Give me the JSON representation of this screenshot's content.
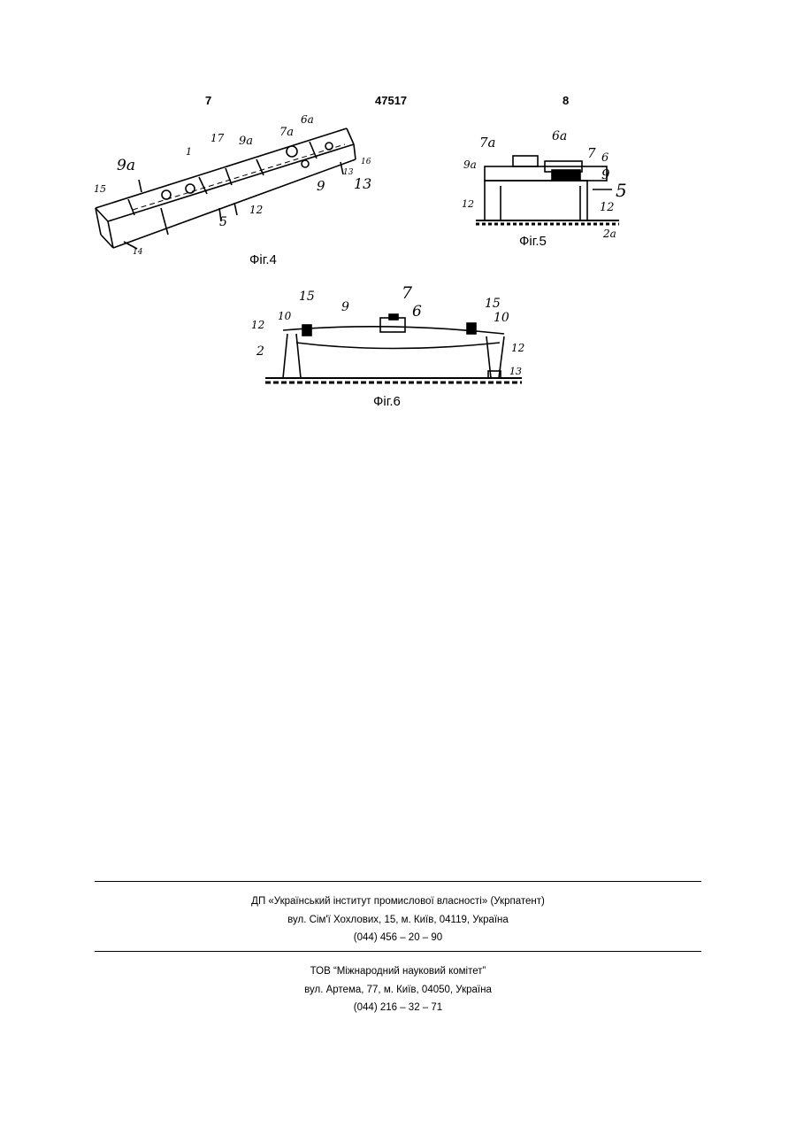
{
  "header": {
    "left_page": "7",
    "patent_number": "47517",
    "right_page": "8"
  },
  "figures": {
    "fig4": {
      "caption": "Фіг.4",
      "labels": [
        "9a",
        "15",
        "1",
        "17",
        "9a",
        "7a",
        "6a",
        "9",
        "5",
        "12",
        "16",
        "13",
        "14",
        "13"
      ]
    },
    "fig5": {
      "caption": "Фіг.5",
      "labels": [
        "7a",
        "6a",
        "7",
        "6",
        "9a",
        "9",
        "5",
        "12",
        "12",
        "2a"
      ]
    },
    "fig6": {
      "caption": "Фіг.6",
      "labels": [
        "15",
        "9",
        "7",
        "15",
        "10",
        "6",
        "10",
        "12",
        "2",
        "12",
        "13"
      ]
    }
  },
  "footer": {
    "org1": "ДП «Український інститут промислової власності» (Укрпатент)",
    "addr1": "вул. Сім'ї Хохлових, 15, м. Київ, 04119, Україна",
    "phone1": "(044) 456 – 20 – 90",
    "org2": "ТОВ “Міжнародний науковий комітет”",
    "addr2": "вул. Артема, 77, м. Київ, 04050, Україна",
    "phone2": "(044) 216 – 32 – 71"
  }
}
